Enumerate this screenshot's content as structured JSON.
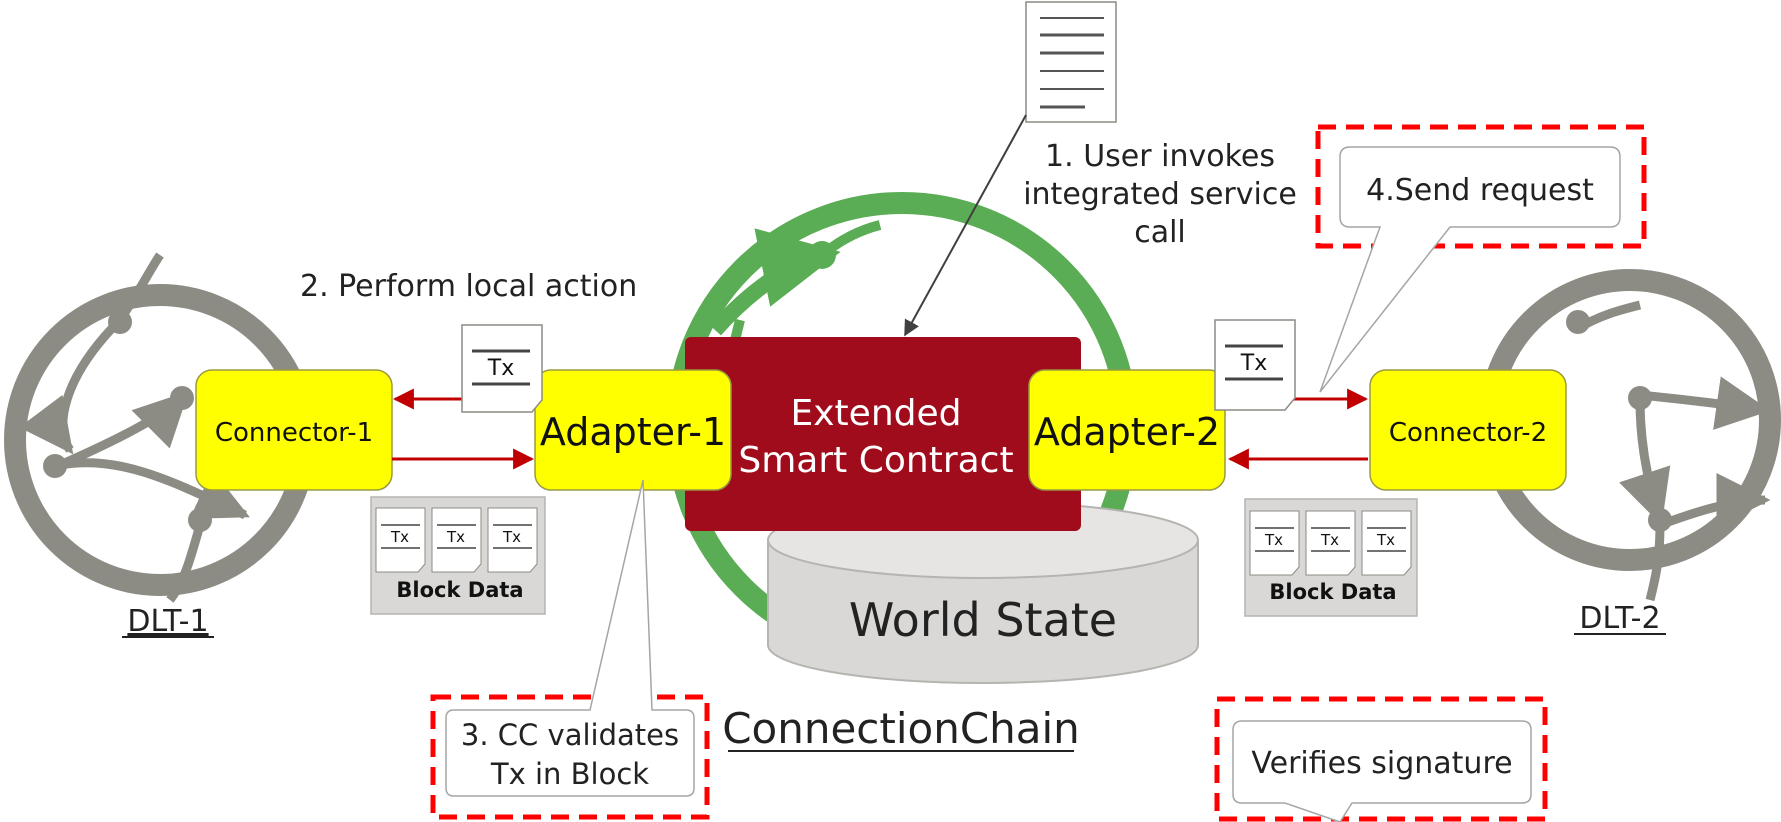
{
  "network_left": {
    "label": "DLT-1"
  },
  "network_right": {
    "label": "DLT-2"
  },
  "connector_left": {
    "label": "Connector-1"
  },
  "connector_right": {
    "label": "Connector-2"
  },
  "adapter_left": {
    "label": "Adapter-1"
  },
  "adapter_right": {
    "label": "Adapter-2"
  },
  "smart_contract": {
    "line1": "Extended",
    "line2": "Smart Contract"
  },
  "world_state": {
    "label": "World State"
  },
  "connection_chain": {
    "label": "ConnectionChain"
  },
  "tx_label": "Tx",
  "block_data_left": {
    "label": "Block Data",
    "txs": [
      "Tx",
      "Tx",
      "Tx"
    ]
  },
  "block_data_right": {
    "label": "Block Data",
    "txs": [
      "Tx",
      "Tx",
      "Tx"
    ]
  },
  "steps": {
    "step1": [
      "1. User invokes",
      "integrated service",
      "call"
    ],
    "step2": "2. Perform local action",
    "step3": [
      "3. CC validates",
      "Tx in Block"
    ],
    "step4": "4.Send request",
    "verify": "Verifies signature"
  },
  "colors": {
    "network_gray": "#8c8b84",
    "connector_yellow": "#ffff00",
    "contract_red": "#a00c1b",
    "arrow_red": "#c00000",
    "ring_green": "#5aad55",
    "cylinder_gray": "#d9d8d6",
    "highlight_red": "#ff0000"
  }
}
